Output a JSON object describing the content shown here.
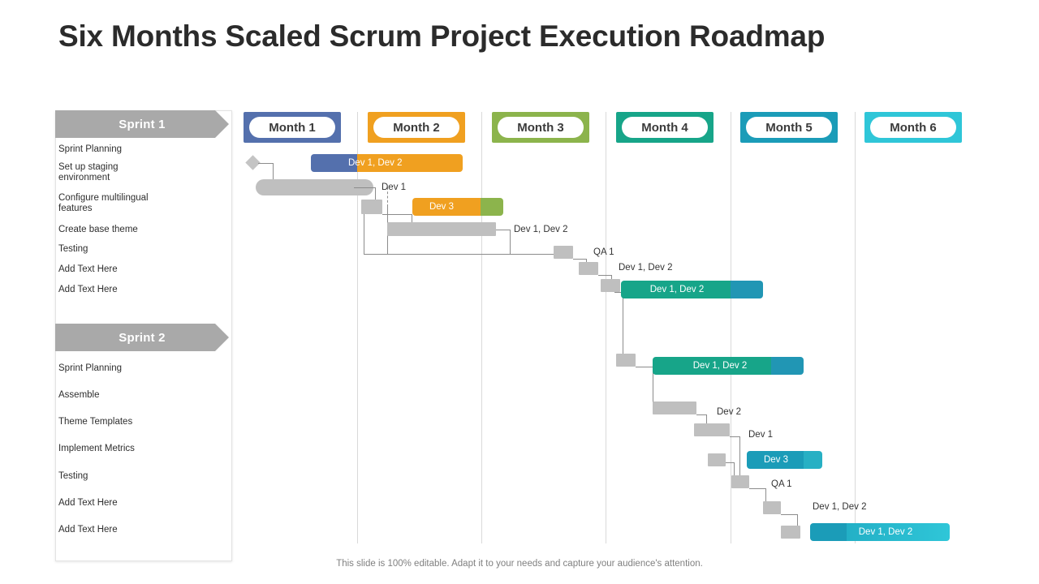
{
  "title": "Six Months Scaled Scrum Project Execution Roadmap",
  "footer": "This slide is 100% editable. Adapt it to your needs and capture your audience's attention.",
  "sidebar": {
    "sprints": [
      {
        "label": "Sprint 1",
        "tasks": [
          "Sprint Planning",
          "Set up staging\nenvironment",
          "Configure multilingual\nfeatures",
          "Create base theme",
          "Testing",
          "Add Text Here",
          "Add Text Here"
        ]
      },
      {
        "label": "Sprint 2",
        "tasks": [
          "Sprint Planning",
          "Assemble",
          "Theme Templates",
          "Implement Metrics",
          "Testing",
          "Add Text Here",
          "Add Text Here"
        ]
      }
    ]
  },
  "timeline": {
    "months": [
      {
        "label": "Month 1",
        "color": "#5470ad"
      },
      {
        "label": "Month 2",
        "color": "#f0a020"
      },
      {
        "label": "Month 3",
        "color": "#8cb44c"
      },
      {
        "label": "Month 4",
        "color": "#17a589"
      },
      {
        "label": "Month 5",
        "color": "#1b9cb8"
      },
      {
        "label": "Month 6",
        "color": "#2fc6d8"
      }
    ]
  },
  "chart_data": {
    "type": "bar",
    "title": "Six Months Scaled Scrum Project Execution Roadmap",
    "xlabel": "",
    "ylabel": "",
    "categories": [
      "Month 1",
      "Month 2",
      "Month 3",
      "Month 4",
      "Month 5",
      "Month 6"
    ],
    "bars": [
      {
        "label": "Dev 1, Dev 2",
        "label_position": "inside",
        "row": 1,
        "colors": [
          "#5470ad",
          "#f0a020"
        ]
      },
      {
        "label": "Dev 1",
        "label_position": "outside",
        "row": 2,
        "colors": [
          "#bfbfbf"
        ]
      },
      {
        "label": "Dev 3",
        "label_position": "inside",
        "row": 3,
        "colors": [
          "#f0a020",
          "#8cb44c"
        ]
      },
      {
        "label": "Dev 1, Dev 2",
        "label_position": "outside",
        "row": 4,
        "colors": [
          "#bfbfbf"
        ]
      },
      {
        "label": "QA 1",
        "label_position": "outside",
        "row": 5,
        "colors": [
          "#bfbfbf"
        ]
      },
      {
        "label": "Dev 1, Dev 2",
        "label_position": "outside",
        "row": 6,
        "colors": [
          "#bfbfbf"
        ]
      },
      {
        "label": "Dev 1, Dev 2",
        "label_position": "inside",
        "row": 7,
        "colors": [
          "#17a589",
          "#2196b4"
        ]
      },
      {
        "label": "Dev 1, Dev 2",
        "label_position": "inside",
        "row": 8,
        "colors": [
          "#17a589",
          "#2196b4"
        ]
      },
      {
        "label": "Dev 2",
        "label_position": "outside",
        "row": 9,
        "colors": [
          "#bfbfbf"
        ]
      },
      {
        "label": "Dev 1",
        "label_position": "outside",
        "row": 10,
        "colors": [
          "#bfbfbf"
        ]
      },
      {
        "label": "Dev 3",
        "label_position": "inside",
        "row": 11,
        "colors": [
          "#1b9cb8",
          "#27b0c4"
        ]
      },
      {
        "label": "QA 1",
        "label_position": "outside",
        "row": 12,
        "colors": [
          "#bfbfbf"
        ]
      },
      {
        "label": "Dev 1, Dev 2",
        "label_position": "outside",
        "row": 13,
        "colors": [
          "#bfbfbf"
        ]
      },
      {
        "label": "Dev 1, Dev 2",
        "label_position": "inside",
        "row": 14,
        "colors": [
          "#1b9cb8",
          "#2fc6d8"
        ]
      }
    ],
    "labels": {
      "b1": "Dev 1, Dev 2",
      "b2": "Dev 1",
      "b3": "Dev 3",
      "b4": "Dev 1, Dev 2",
      "b5": "QA 1",
      "b6": "Dev 1, Dev 2",
      "b7": "Dev 1, Dev 2",
      "b8": "Dev 1, Dev 2",
      "b9": "Dev 2",
      "b10": "Dev 1",
      "b11": "Dev 3",
      "b12": "QA 1",
      "b13": "Dev 1, Dev 2",
      "b14": "Dev 1, Dev 2"
    }
  }
}
